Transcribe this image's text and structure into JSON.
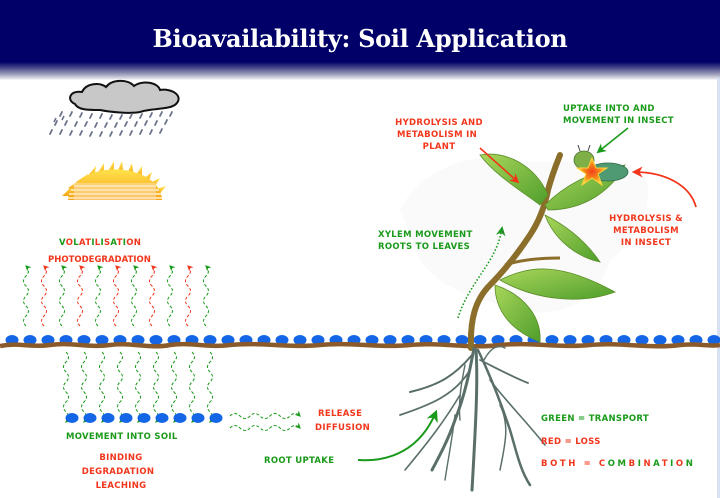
{
  "header": {
    "title": "Bioavailability: Soil Application",
    "background_color": "#000068",
    "title_color": "#ffffff"
  },
  "colors": {
    "green": "#1a9a1a",
    "red": "#f2361c",
    "soil": "#8b5a2b",
    "particle": "#1466e6"
  },
  "icons": {
    "rain_cloud": "rain-cloud-icon",
    "sun": "rising-sun-icon",
    "plant": "plant-icon",
    "insect": "caterpillar-icon",
    "star": "impact-star-icon"
  },
  "above_ground": {
    "volatilisation": {
      "text": "VOLATILISATION",
      "letters": [
        {
          "ch": "V",
          "color": "green"
        },
        {
          "ch": "O",
          "color": "red"
        },
        {
          "ch": "L",
          "color": "green"
        },
        {
          "ch": "A",
          "color": "red"
        },
        {
          "ch": "T",
          "color": "red"
        },
        {
          "ch": "I",
          "color": "green"
        },
        {
          "ch": "L",
          "color": "red"
        },
        {
          "ch": "I",
          "color": "green"
        },
        {
          "ch": "S",
          "color": "red"
        },
        {
          "ch": "A",
          "color": "green"
        },
        {
          "ch": "T",
          "color": "red"
        },
        {
          "ch": "I",
          "color": "green"
        },
        {
          "ch": "O",
          "color": "red"
        },
        {
          "ch": "N",
          "color": "red"
        }
      ]
    },
    "photodegradation": "PHOTODEGRADATION",
    "hydrolysis_plant": [
      "HYDROLYSIS AND",
      "METABOLISM IN",
      "PLANT"
    ],
    "uptake_insect": [
      "UPTAKE INTO AND",
      "MOVEMENT IN INSECT"
    ],
    "hydrolysis_insect": [
      "HYDROLYSIS &",
      "METABOLISM",
      "IN INSECT"
    ],
    "xylem": [
      "XYLEM MOVEMENT",
      "ROOTS TO LEAVES"
    ]
  },
  "below_ground": {
    "movement_into_soil": "MOVEMENT INTO SOIL",
    "fates": [
      "BINDING",
      "DEGRADATION",
      "LEACHING"
    ],
    "release": "RELEASE",
    "diffusion": "DIFFUSION",
    "root_uptake": "ROOT UPTAKE"
  },
  "legend": {
    "green": "GREEN = TRANSPORT",
    "red": "RED = LOSS",
    "both_prefix": "BOTH = ",
    "combination_letters": [
      {
        "ch": "C",
        "color": "red"
      },
      {
        "ch": "O",
        "color": "green"
      },
      {
        "ch": "M",
        "color": "green"
      },
      {
        "ch": "B",
        "color": "red"
      },
      {
        "ch": "I",
        "color": "green"
      },
      {
        "ch": "N",
        "color": "red"
      },
      {
        "ch": "A",
        "color": "green"
      },
      {
        "ch": "T",
        "color": "red"
      },
      {
        "ch": "I",
        "color": "green"
      },
      {
        "ch": "O",
        "color": "red"
      },
      {
        "ch": "N",
        "color": "green"
      }
    ]
  }
}
